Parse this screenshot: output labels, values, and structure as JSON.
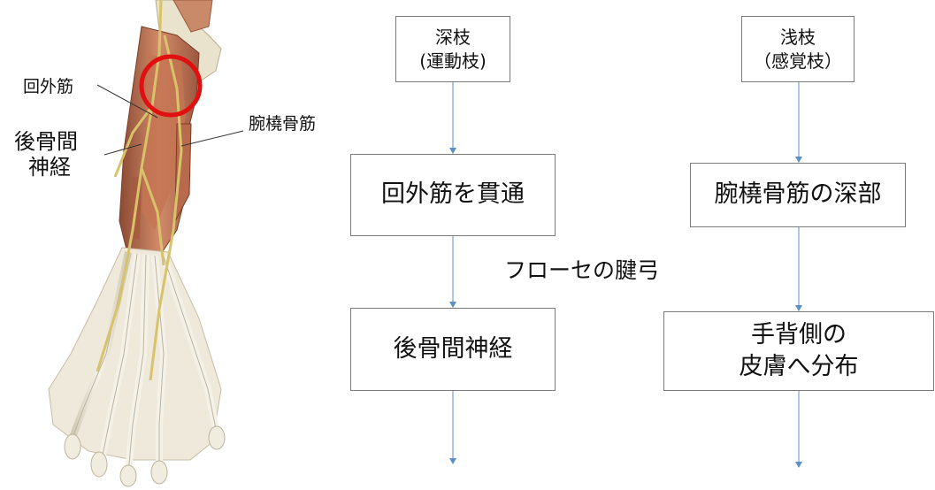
{
  "anatomy_labels": {
    "supinator": "回外筋",
    "pin_line1": "後骨間",
    "pin_line2": "神経",
    "brachioradialis": "腕橈骨筋"
  },
  "deep_branch": {
    "header_line1": "深枝",
    "header_line2": "(運動枝)",
    "step1": "回外筋を貫通",
    "step2": "後骨間神経"
  },
  "superficial_branch": {
    "header_line1": "浅枝",
    "header_line2": "（感覚枝）",
    "step1": "腕橈骨筋の深部",
    "step2_line1": "手背側の",
    "step2_line2": "皮膚へ分布"
  },
  "annotation": "フローセの腱弓",
  "colors": {
    "arrow": "#5b8fc9",
    "circle": "#e01010",
    "muscle": "#c97a5a",
    "nerve": "#d8c36a",
    "tendon": "#e9e4d6"
  }
}
